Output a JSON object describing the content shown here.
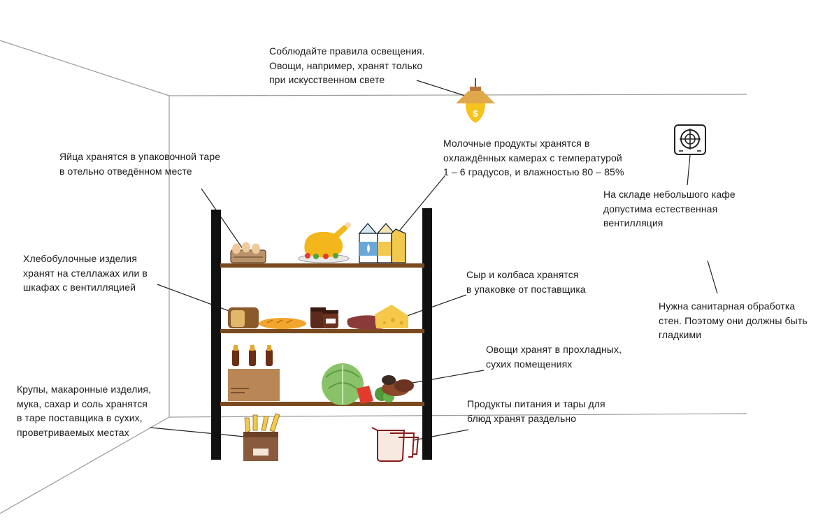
{
  "notes": {
    "lighting": "Соблюдайте правила освещения.\nОвощи, например, хранят только\nпри искусственном свете",
    "eggs": "Яйца хранятся в упаковочной таре\nв отельно отведённом месте",
    "dairy": "Молочные продукты хранятся в\nохлаждённых камерах с температурой\n1 – 6 градусов,  и влажностью 80 – 85%",
    "ventilation": "На складе небольшого кафе\nдопустима естественная\nвентилляция",
    "bakery": "Хлебобулочные изделия\nхранят на стеллажах или в\nшкафах с вентилляцией",
    "cheese": "Сыр и колбаса хранятся\nв упаковке от поставщика",
    "walls": "Нужна санитарная обработка\nстен. Поэтому они должны быть\nгладкими",
    "vegetables": "Овощи хранят в прохладных,\nсухих помещениях",
    "grains": "Крупы, макаронные изделия,\nмука, сахар и соль хранятся\nв таре поставщика в сухих,\nпроветриваемых местах",
    "separate": "Продукты питания и тары для\nблюд хранят раздельно"
  },
  "icons": {
    "lamp": "ceiling-lamp-icon",
    "vent": "ventilation-fan-icon",
    "eggs": "egg-carton-icon",
    "chicken": "roast-chicken-icon",
    "milk": "milk-carton-icon",
    "bread": "bread-icon",
    "jar": "jam-jar-icon",
    "sausage": "sausage-icon",
    "cheese": "cheese-icon",
    "bottles": "bottle-crate-icon",
    "cabbage": "cabbage-icon",
    "vegetables": "vegetables-icon",
    "pasta": "pasta-box-icon",
    "containers": "food-containers-icon"
  },
  "colors": {
    "shelf": "#7a4a1f",
    "post": "#111111",
    "wall_line": "#9a9a9a",
    "lamp": "#e0a84a",
    "bulb": "#f6c21c"
  }
}
